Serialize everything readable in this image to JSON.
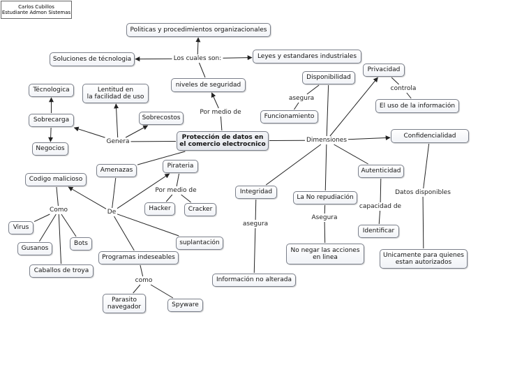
{
  "author": {
    "name": "Carlos Cubillos",
    "role": "Estudiante Admon Sistemas"
  },
  "concept_map": {
    "concepts": {
      "root": "Protección de datos en\nel comercio electrocnico",
      "politicas": "Politicas y procedimientos organizacionales",
      "soluciones": "Soluciones de técnologia",
      "leyes": "Leyes y estandares industriales",
      "niveles": "niveles de seguridad",
      "disponibilidad": "Disponibilidad",
      "funcionamiento": "Funcionamiento",
      "privacidad": "Privacidad",
      "uso_info": "El uso de la información",
      "confidencialidad": "Confidencialidad",
      "tecnologica": "Técnologica",
      "lentitud": "Lentitud en\nla facilidad de uso",
      "sobrecarga": "Sobrecarga",
      "sobrecostos": "Sobrecostos",
      "negocios": "Negocios",
      "amenazas": "Amenazas",
      "pirateria": "Pirateria",
      "hacker": "Hacker",
      "cracker": "Cracker",
      "codigo": "Codigo malicioso",
      "virus": "Virus",
      "gusanos": "Gusanos",
      "bots": "Bots",
      "caballos": "Caballos de troya",
      "suplantacion": "suplantación",
      "programas": "Programas indeseables",
      "parasito": "Parasito\nnavegador",
      "spyware": "Spyware",
      "integridad": "Integridad",
      "info_no_alterada": "Información no alterada",
      "no_repudiacion": "La No repudiación",
      "no_negar": "No negar las acciones\nen linea",
      "autenticidad": "Autenticidad",
      "identificar": "Identificar",
      "unicamente": "Unicamente para quienes\nestan autorizados"
    },
    "linking_phrases": {
      "cuales_son": "Los cuales son:",
      "por_medio_de": "Por medio de",
      "genera": "Genera",
      "dimensiones": "Dimensiones",
      "asegura_disp": "asegura",
      "controla": "controla",
      "por_medio_de_2": "Por medio de",
      "de": "De",
      "como_1": "Como",
      "como_2": "como",
      "asegura_int": "asegura",
      "asegura_rep": "Asegura",
      "capacidad_de": "capacidad de",
      "datos_disponibles": "Datos disponibles"
    },
    "colors": {
      "node_border": "#7a7f8a",
      "line": "#222222"
    }
  }
}
